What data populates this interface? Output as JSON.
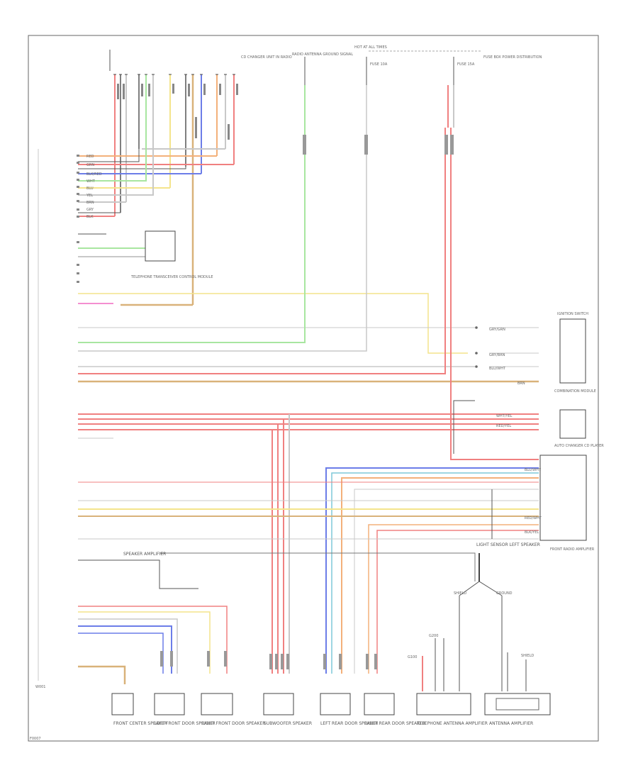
{
  "diagram": {
    "frame_label_left": "W001",
    "frame_label_bottom": "F0007",
    "wire_colors": {
      "red": "#f08080",
      "green": "#a8e6a0",
      "yellow": "#f4e48c",
      "tan": "#d9b27a",
      "orange": "#f3b07a",
      "blue": "#6c7de8",
      "gray": "#c8c8c8",
      "pink": "#f48fd0",
      "teal": "#7ec8d8",
      "black": "#555555"
    },
    "top_labels": {
      "radio_group": "CD CHANGER UNIT IN RADIO",
      "antenna_group": "RADIO ANTENNA GROUND SIGNAL",
      "hot_fuse": "HOT AT ALL TIMES",
      "fuse_a": "FUSE 10A",
      "fuse_b": "FUSE 15A",
      "fuse_power": "FUSE BOX POWER DISTRIBUTION"
    },
    "left_connector_wires": [
      "RED",
      "GRN",
      "BLK/RED",
      "WHT",
      "BLU",
      "YEL",
      "BRN",
      "GRY",
      "BLK"
    ],
    "telephone_module": "TELEPHONE TRANSCEIVER CONTROL MODULE",
    "right_components": {
      "ignition_switch": "IGNITION SWITCH",
      "combination_module": "COMBINATION MODULE",
      "cd_changer": "AUTO CHANGER CD PLAYER",
      "front_radio": "FRONT RADIO AMPLIFIER"
    },
    "mid_wire_labels": [
      "GRY/GRN",
      "GRY/BRN",
      "BLU/WHT",
      "WHT/YEL",
      "RED/YEL",
      "BRN",
      "BLU/WHT",
      "RED/WHT",
      "BLK/YEL"
    ],
    "speaker_group": {
      "left_label": "SPEAKER AMPLIFIER",
      "right_label": "LIGHT SENSOR LEFT SPEAKER"
    },
    "bottom_components": [
      "FRONT CENTER SPEAKER",
      "LEFT FRONT DOOR SPEAKER",
      "RIGHT FRONT DOOR SPEAKER",
      "SUBWOOFER SPEAKER",
      "LEFT REAR DOOR SPEAKER",
      "RIGHT REAR DOOR SPEAKER",
      "TELEPHONE ANTENNA AMPLIFIER",
      "ANTENNA AMPLIFIER"
    ],
    "bottom_sub_labels": [
      "G100",
      "G200",
      "SHIELD",
      "GROUND",
      "SHIELD"
    ]
  }
}
